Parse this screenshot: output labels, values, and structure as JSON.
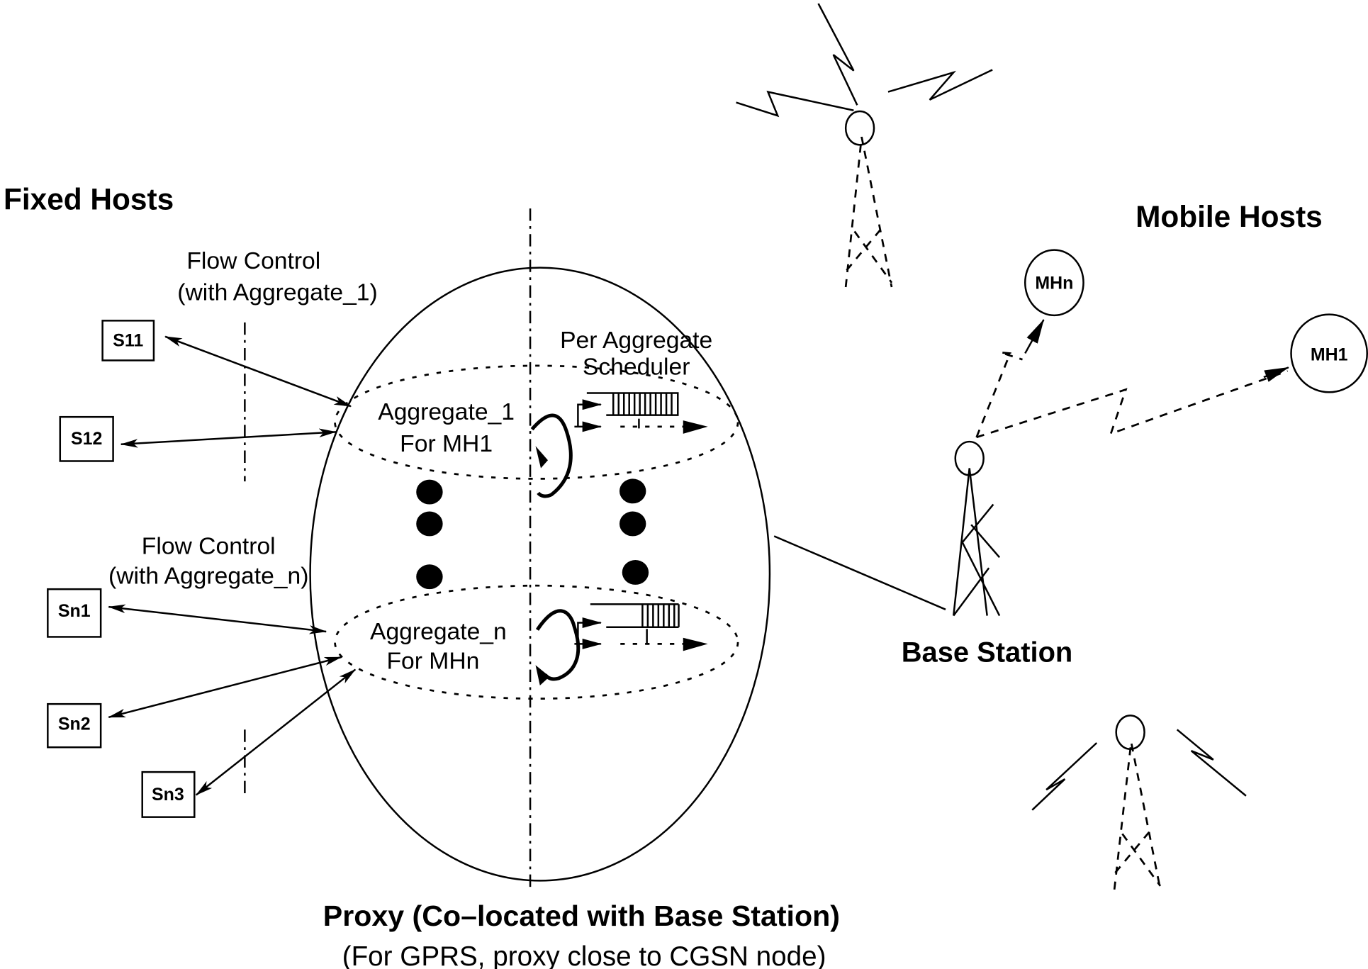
{
  "labels": {
    "fixed_hosts": "Fixed Hosts",
    "mobile_hosts": "Mobile Hosts",
    "base_station": "Base Station",
    "flow_control_1_line1": "Flow Control",
    "flow_control_1_line2": "(with Aggregate_1)",
    "flow_control_n_line1": "Flow Control",
    "flow_control_n_line2": "(with Aggregate_n)",
    "scheduler_line1": "Per Aggregate",
    "scheduler_line2": "Scheduler",
    "aggregate_1_line1": "Aggregate_1",
    "aggregate_1_line2": "For MH1",
    "aggregate_n_line1": "Aggregate_n",
    "aggregate_n_line2": "For MHn",
    "caption_line1": "Proxy (Co–located with Base Station)",
    "caption_line2": "(For GPRS, proxy close to CGSN node)"
  },
  "fixed_hosts": [
    {
      "id": "S11",
      "label": "S11"
    },
    {
      "id": "S12",
      "label": "S12"
    },
    {
      "id": "Sn1",
      "label": "Sn1"
    },
    {
      "id": "Sn2",
      "label": "Sn2"
    },
    {
      "id": "Sn3",
      "label": "Sn3"
    }
  ],
  "mobile_hosts": [
    {
      "id": "MHn",
      "label": "MHn"
    },
    {
      "id": "MH1",
      "label": "MH1"
    }
  ],
  "colors": {
    "stroke": "#000000",
    "background": "#ffffff"
  }
}
